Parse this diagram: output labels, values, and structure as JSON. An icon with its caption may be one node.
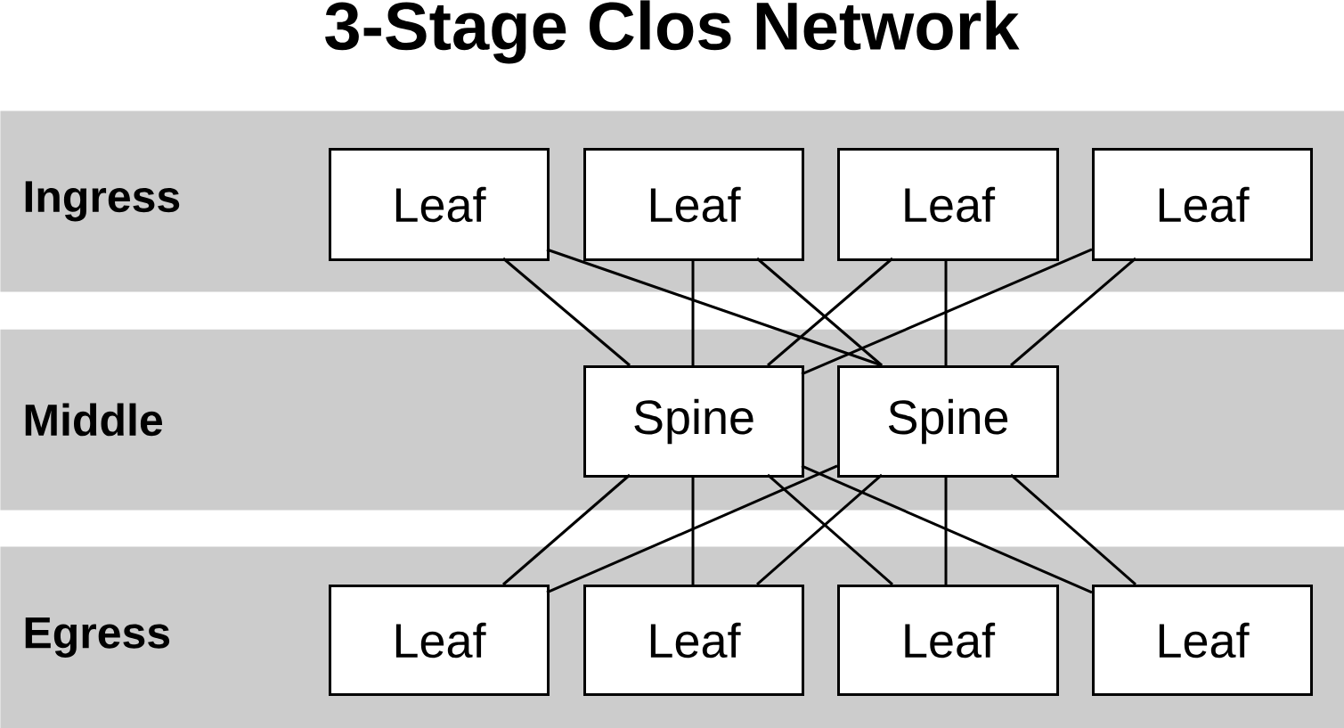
{
  "diagram": {
    "title": "3-Stage Clos Network",
    "nodes": [
      {
        "text": [
          "Ingress"
        ]
      },
      {
        "text": [
          "Leaf"
        ],
        "in": 0
      },
      {
        "text": [
          "Leaf"
        ],
        "in": 0
      },
      {
        "text": [
          "Leaf"
        ],
        "in": 0
      },
      {
        "text": [
          "Leaf"
        ],
        "in": 0
      },
      {
        "text": [
          "Middle"
        ]
      },
      {
        "text": [
          "Spine"
        ],
        "in": 5
      },
      {
        "text": [
          "Spine"
        ],
        "in": 5
      },
      {
        "text": [
          "Egress"
        ]
      },
      {
        "text": [
          "Leaf"
        ],
        "in": 8
      },
      {
        "text": [
          "Leaf"
        ],
        "in": 8
      },
      {
        "text": [
          "Leaf"
        ],
        "in": 8
      },
      {
        "text": [
          "Leaf"
        ],
        "in": 8
      }
    ],
    "edges": [
      {
        "from": 1,
        "to": 6,
        "arrow": "none"
      },
      {
        "from": 1,
        "to": 7,
        "arrow": "none"
      },
      {
        "from": 2,
        "to": 6,
        "arrow": "none"
      },
      {
        "from": 2,
        "to": 7,
        "arrow": "none"
      },
      {
        "from": 3,
        "to": 6,
        "arrow": "none"
      },
      {
        "from": 3,
        "to": 7,
        "arrow": "none"
      },
      {
        "from": 4,
        "to": 6,
        "arrow": "none"
      },
      {
        "from": 4,
        "to": 7,
        "arrow": "none"
      },
      {
        "from": 6,
        "to": 9,
        "arrow": "none"
      },
      {
        "from": 7,
        "to": 9,
        "arrow": "none"
      },
      {
        "from": 6,
        "to": 10,
        "arrow": "none"
      },
      {
        "from": 7,
        "to": 10,
        "arrow": "none"
      },
      {
        "from": 6,
        "to": 11,
        "arrow": "none"
      },
      {
        "from": 7,
        "to": 11,
        "arrow": "none"
      },
      {
        "from": 6,
        "to": 12,
        "arrow": "none"
      },
      {
        "from": 7,
        "to": 12,
        "arrow": "none"
      }
    ]
  }
}
